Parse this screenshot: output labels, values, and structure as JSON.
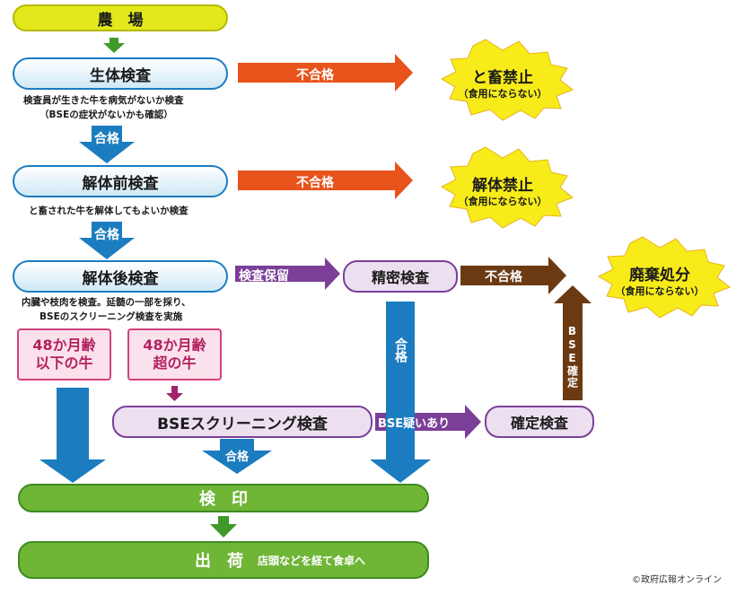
{
  "nodes": {
    "farm": "農　場",
    "live_inspection": "生体検査",
    "live_inspection_note1": "検査員が生きた牛を病気がないか検査",
    "live_inspection_note2": "（BSEの症状がないかも確認）",
    "pre_dissection": "解体前検査",
    "pre_dissection_note": "と畜された牛を解体してもよいか検査",
    "post_dissection": "解体後検査",
    "post_dissection_note1": "内臓や枝肉を検査。延髄の一部を採り、",
    "post_dissection_note2": "BSEのスクリーニング検査を実施",
    "under48_line1": "48か月齢",
    "under48_line2": "以下の牛",
    "over48_line1": "48か月齢",
    "over48_line2": "超の牛",
    "bse_screening": "BSEスクリーニング検査",
    "detailed_inspection": "精密検査",
    "confirm_inspection": "確定検査",
    "stamp": "検　印",
    "shipment": "出　荷",
    "shipment_note": "店頭などを経て食卓へ"
  },
  "outcomes": {
    "slaughter_ban": "と畜禁止",
    "dissection_ban": "解体禁止",
    "disposal": "廃棄処分",
    "not_for_food": "（食用にならない）"
  },
  "arrow_labels": {
    "fail": "不合格",
    "pass": "合格",
    "hold": "検査保留",
    "bse_suspected": "BSE疑いあり",
    "bse_confirmed": "BSE確定"
  },
  "copyright": "©政府広報オンライン",
  "colors": {
    "blue_accent": "#1b7cc0",
    "green": "#6fb536",
    "orange": "#e8531b",
    "purple": "#7b3f98",
    "brown": "#6b3a12",
    "pink": "#d2427e",
    "yellow_burst": "#f7ec1a"
  }
}
